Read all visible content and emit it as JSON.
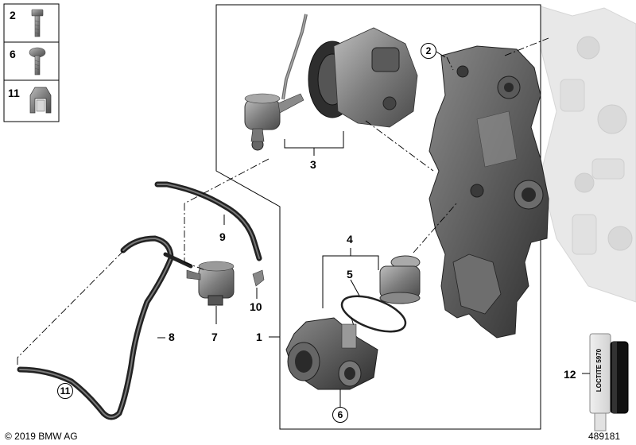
{
  "legend": {
    "items": [
      {
        "number": "2",
        "icon": "bolt-icon"
      },
      {
        "number": "6",
        "icon": "pan-head-screw-icon"
      },
      {
        "number": "11",
        "icon": "hose-clip-icon"
      }
    ]
  },
  "callouts": {
    "c1": "1",
    "c2_circled": "2",
    "c3": "3",
    "c4": "4",
    "c5": "5",
    "c6_circled": "6",
    "c7": "7",
    "c8": "8",
    "c9": "9",
    "c10": "10",
    "c11_circled": "11",
    "c12": "12"
  },
  "copyright": "© 2019 BMW AG",
  "diagram_number": "489181",
  "sealant_tube_text": "LOCTITE 5970"
}
